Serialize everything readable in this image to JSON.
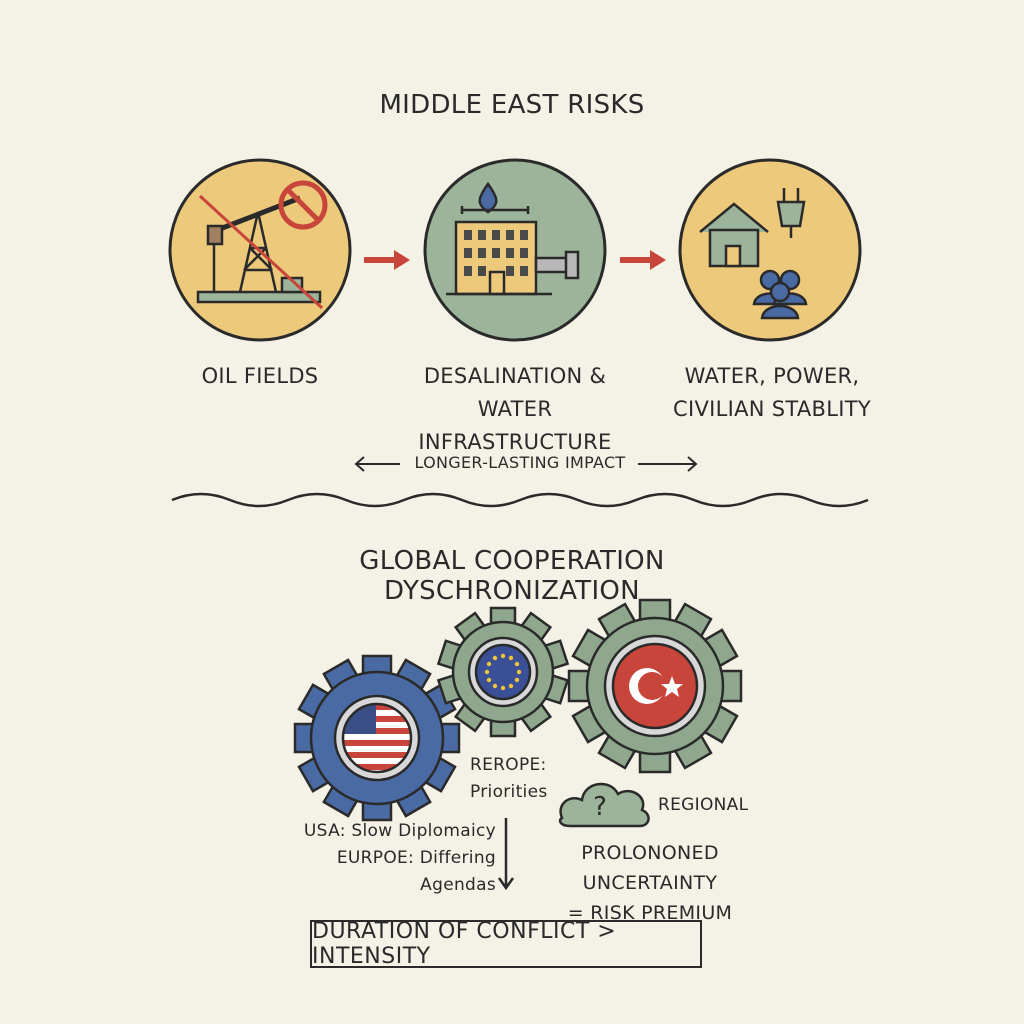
{
  "top": {
    "title": "MIDDLE EAST RISKS",
    "nodes": [
      {
        "label_lines": [
          "OIL FIELDS"
        ],
        "icon": "oil-derrick-icon",
        "fill": "#ecc97b"
      },
      {
        "label_lines": [
          "DESALINATION &",
          "WATER INFRASTRUCTURE"
        ],
        "icon": "desalination-plant-icon",
        "fill": "#9cb49a"
      },
      {
        "label_lines": [
          "WATER, POWER,",
          "CIVILIAN STABLITY"
        ],
        "icon": "house-plug-people-icon",
        "fill": "#ecc97b"
      }
    ],
    "impact_label": "LONGER-LASTING IMPACT"
  },
  "bottom": {
    "title": "GLOBAL COOPERATION DYSCHRONIZATION",
    "gears": [
      {
        "name": "usa",
        "flag": "usa-flag-icon",
        "color": "#4a6aa3"
      },
      {
        "name": "eu",
        "flag": "eu-flag-icon",
        "color": "#8fa88d"
      },
      {
        "name": "turkey",
        "flag": "turkey-flag-icon",
        "color": "#8fa88d"
      }
    ],
    "europe_note_lines": [
      "REROPE:",
      "Priorities"
    ],
    "regional_label": "REGIONAL",
    "usa_note_lines": [
      "USA: Slow Diplomaicy",
      "EURPOE: Differing Agendas"
    ],
    "uncertainty_lines": [
      "PROLONONED UNCERTAINTY",
      "= RISK PREMIUM"
    ],
    "conclusion": "DURATION OF CONFLICT > INTENSITY"
  },
  "colors": {
    "background": "#f4f1e6",
    "arrow_red": "#c8453b",
    "ink": "#2a2a2a",
    "cloud": "#9cb49a"
  }
}
